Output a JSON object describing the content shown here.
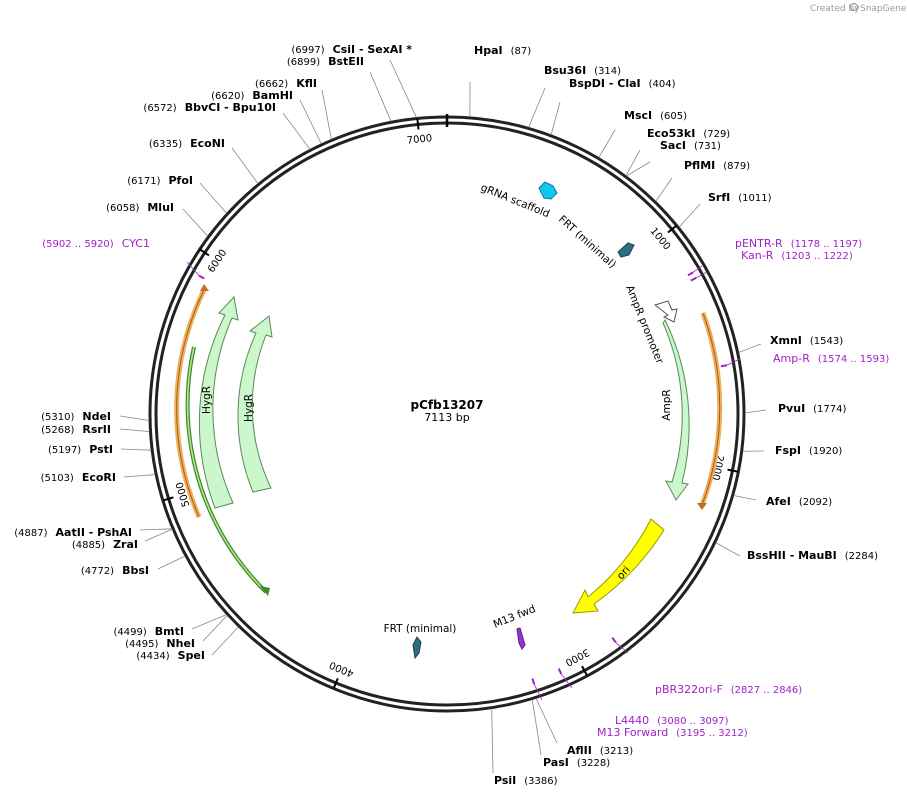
{
  "header": {
    "created_by": "Created by",
    "brand": "SnapGene"
  },
  "plasmid": {
    "name": "pCfb13207",
    "size_label": "7113 bp",
    "length": 7113
  },
  "ticks": [
    {
      "bp": 1000,
      "label": "1000"
    },
    {
      "bp": 2000,
      "label": "2000"
    },
    {
      "bp": 3000,
      "label": "3000"
    },
    {
      "bp": 4000,
      "label": "4000"
    },
    {
      "bp": 5000,
      "label": "5000"
    },
    {
      "bp": 6000,
      "label": "6000"
    },
    {
      "bp": 7000,
      "label": "7000"
    }
  ],
  "sites": [
    {
      "name": "HpaI",
      "pos": "(87)",
      "bp": 87
    },
    {
      "name": "Bsu36I",
      "pos": "(314)",
      "bp": 314
    },
    {
      "name": "BspDI - ClaI",
      "pos": "(404)",
      "bp": 404
    },
    {
      "name": "MscI",
      "pos": "(605)",
      "bp": 605
    },
    {
      "name": "Eco53kI",
      "pos": "(729)",
      "bp": 729
    },
    {
      "name": "SacI",
      "pos": "(731)",
      "bp": 731
    },
    {
      "name": "PflMI",
      "pos": "(879)",
      "bp": 879
    },
    {
      "name": "SrfI",
      "pos": "(1011)",
      "bp": 1011
    },
    {
      "name": "XmnI",
      "pos": "(1543)",
      "bp": 1543
    },
    {
      "name": "PvuI",
      "pos": "(1774)",
      "bp": 1774
    },
    {
      "name": "FspI",
      "pos": "(1920)",
      "bp": 1920
    },
    {
      "name": "AfeI",
      "pos": "(2092)",
      "bp": 2092
    },
    {
      "name": "BssHII - MauBI",
      "pos": "(2284)",
      "bp": 2284
    },
    {
      "name": "AflII",
      "pos": "(3213)",
      "bp": 3213
    },
    {
      "name": "PasI",
      "pos": "(3228)",
      "bp": 3228
    },
    {
      "name": "PsiI",
      "pos": "(3386)",
      "bp": 3386
    },
    {
      "name": "SpeI",
      "pos": "(4434)",
      "bp": 4434
    },
    {
      "name": "NheI",
      "pos": "(4495)",
      "bp": 4495
    },
    {
      "name": "BmtI",
      "pos": "(4499)",
      "bp": 4499
    },
    {
      "name": "BbsI",
      "pos": "(4772)",
      "bp": 4772
    },
    {
      "name": "ZraI",
      "pos": "(4885)",
      "bp": 4885
    },
    {
      "name": "AatII - PshAI",
      "pos": "(4887)",
      "bp": 4887
    },
    {
      "name": "EcoRI",
      "pos": "(5103)",
      "bp": 5103
    },
    {
      "name": "PstI",
      "pos": "(5197)",
      "bp": 5197
    },
    {
      "name": "RsrII",
      "pos": "(5268)",
      "bp": 5268
    },
    {
      "name": "NdeI",
      "pos": "(5310)",
      "bp": 5310
    },
    {
      "name": "MluI",
      "pos": "(6058)",
      "bp": 6058
    },
    {
      "name": "PfoI",
      "pos": "(6171)",
      "bp": 6171
    },
    {
      "name": "EcoNI",
      "pos": "(6335)",
      "bp": 6335
    },
    {
      "name": "BbvCI - Bpu10I",
      "pos": "(6572)",
      "bp": 6572
    },
    {
      "name": "BamHI",
      "pos": "(6620)",
      "bp": 6620
    },
    {
      "name": "KflI",
      "pos": "(6662)",
      "bp": 6662
    },
    {
      "name": "BstEII",
      "pos": "(6899)",
      "bp": 6899
    },
    {
      "name": "CsiI - SexAI *",
      "pos": "(6997)",
      "bp": 6997
    }
  ],
  "primers": [
    {
      "name": "pENTR-R",
      "range": "(1178 .. 1197)",
      "bp": 1187
    },
    {
      "name": "Kan-R",
      "range": "(1203 .. 1222)",
      "bp": 1212
    },
    {
      "name": "Amp-R",
      "range": "(1574 .. 1593)",
      "bp": 1583
    },
    {
      "name": "pBR322ori-F",
      "range": "(2827 .. 2846)",
      "bp": 2836
    },
    {
      "name": "L4440",
      "range": "(3080 .. 3097)",
      "bp": 3088
    },
    {
      "name": "M13 Forward",
      "range": "(3195 .. 3212)",
      "bp": 3203
    },
    {
      "name": "CYC1",
      "range": "(5902 .. 5920)",
      "bp": 5911
    }
  ],
  "features": [
    {
      "name": "gRNA scaffold",
      "color": "#11c6f0"
    },
    {
      "name": "FRT (minimal)",
      "color": "#2e6f80"
    },
    {
      "name": "AmpR promoter",
      "color": "#ffffff"
    },
    {
      "name": "AmpR",
      "color": "#ccf7cc"
    },
    {
      "name": "ori",
      "color": "#ffff00"
    },
    {
      "name": "M13 fwd",
      "color": "#9933dd"
    },
    {
      "name": "FRT (minimal)",
      "color": "#2e6f80"
    },
    {
      "name": "HygR",
      "color": "#ccf7cc"
    },
    {
      "name": "HygR",
      "color": "#ccf7cc"
    }
  ],
  "colors": {
    "primer": "#a020c8",
    "orange_arc": "#f0b060",
    "green_arc": "#3d8c2a"
  }
}
